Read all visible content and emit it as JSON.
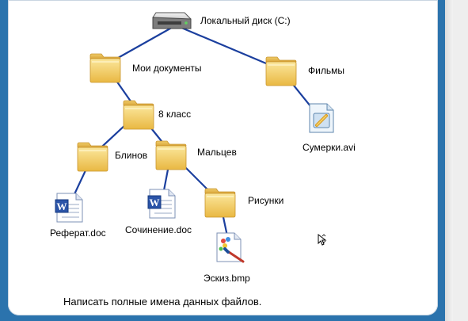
{
  "colors": {
    "frame": "#2b73ad",
    "connector": "#1b3f9e",
    "folder": "#f3d36a",
    "card": "#ffffff"
  },
  "tree": {
    "root": {
      "label": "Локальный диск (C:)",
      "icon": "hard-drive-icon"
    },
    "my_documents": {
      "label": "Мои документы",
      "icon": "folder-icon"
    },
    "movies": {
      "label": "Фильмы",
      "icon": "folder-icon"
    },
    "movie_file": {
      "label": "Сумерки.avi",
      "icon": "video-file-icon"
    },
    "grade8": {
      "label": "8 класс",
      "icon": "folder-icon"
    },
    "blinov": {
      "label": "Блинов",
      "icon": "folder-icon"
    },
    "maltsev": {
      "label": "Мальцев",
      "icon": "folder-icon"
    },
    "referat": {
      "label": "Реферат.doc",
      "icon": "word-document-icon"
    },
    "sochinenie": {
      "label": "Сочинение.doc",
      "icon": "word-document-icon"
    },
    "pictures": {
      "label": "Рисунки",
      "icon": "folder-icon"
    },
    "sketch": {
      "label": "Эскиз.bmp",
      "icon": "paint-bitmap-icon"
    }
  },
  "task_text": "Написать полные имена данных файлов."
}
